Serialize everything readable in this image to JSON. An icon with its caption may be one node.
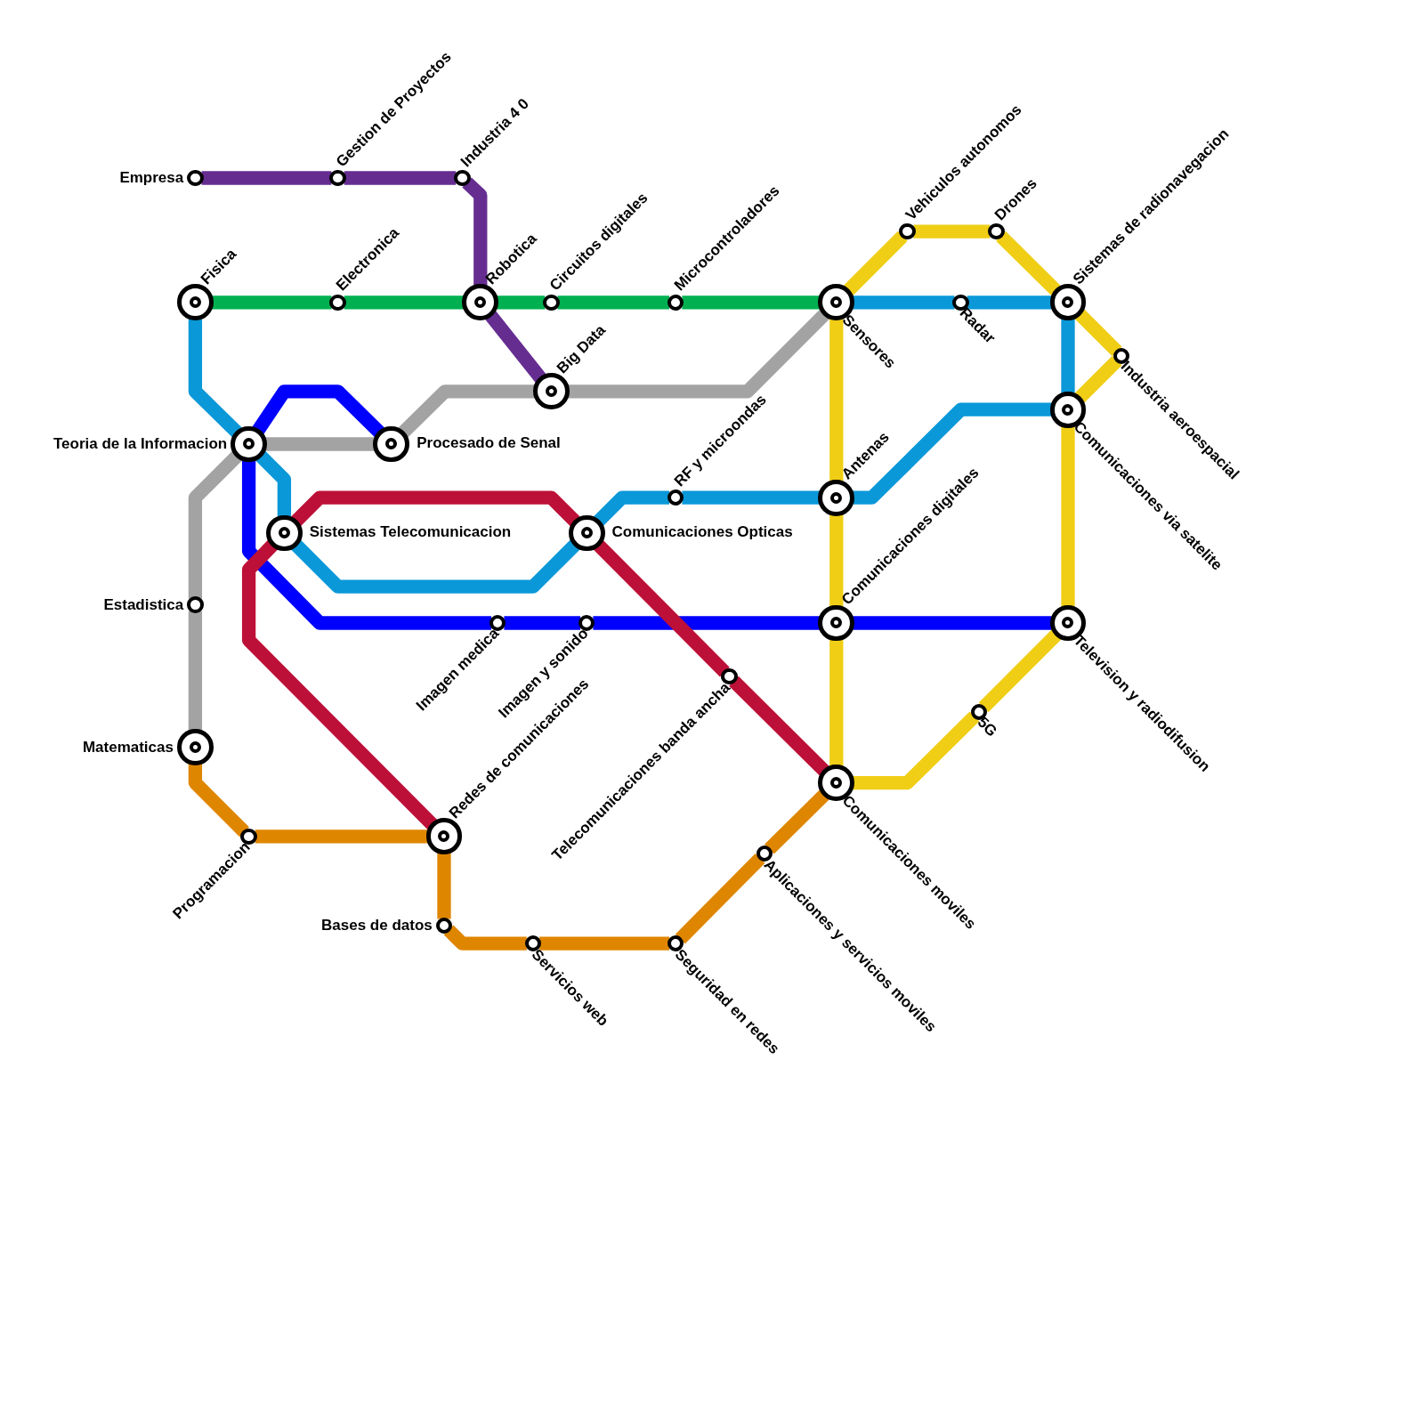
{
  "diagram": {
    "nodes": [
      {
        "text": [
          "Empresa"
        ]
      },
      {
        "text": [
          "Gestion de Proyectos"
        ]
      },
      {
        "text": [
          "Industria 4 0"
        ]
      },
      {
        "text": [
          "Fisica"
        ]
      },
      {
        "text": [
          "Electronica"
        ]
      },
      {
        "text": [
          "Robotica"
        ]
      },
      {
        "text": [
          "Circuitos digitales"
        ]
      },
      {
        "text": [
          "Microcontroladores"
        ]
      },
      {
        "text": [
          "Sensores"
        ]
      },
      {
        "text": [
          "Radar"
        ]
      },
      {
        "text": [
          "Sistemas de radionavegacion"
        ]
      },
      {
        "text": [
          "Vehiculos autonomos"
        ]
      },
      {
        "text": [
          "Drones"
        ]
      },
      {
        "text": [
          "Industria aeroespacial"
        ]
      },
      {
        "text": [
          "Big Data"
        ]
      },
      {
        "text": [
          "Teoria de la Informacion"
        ]
      },
      {
        "text": [
          "Procesado de Senal"
        ]
      },
      {
        "text": [
          "Comunicaciones via satelite"
        ]
      },
      {
        "text": [
          "RF y microondas"
        ]
      },
      {
        "text": [
          "Antenas"
        ]
      },
      {
        "text": [
          "Sistemas Telecomunicacion"
        ]
      },
      {
        "text": [
          "Comunicaciones Opticas"
        ]
      },
      {
        "text": [
          "Estadistica"
        ]
      },
      {
        "text": [
          "Imagen medica"
        ]
      },
      {
        "text": [
          "Imagen y sonido"
        ]
      },
      {
        "text": [
          "Comunicaciones digitales"
        ]
      },
      {
        "text": [
          "Television y radiodifusion"
        ]
      },
      {
        "text": [
          "Telecomunicaciones banda ancha"
        ]
      },
      {
        "text": [
          "5G"
        ]
      },
      {
        "text": [
          "Matematicas"
        ]
      },
      {
        "text": [
          "Comunicaciones moviles"
        ]
      },
      {
        "text": [
          "Programacion"
        ]
      },
      {
        "text": [
          "Redes de comunicaciones"
        ]
      },
      {
        "text": [
          "Aplicaciones y servicios moviles"
        ]
      },
      {
        "text": [
          "Bases de datos"
        ]
      },
      {
        "text": [
          "Servicios web"
        ]
      },
      {
        "text": [
          "Seguridad en redes"
        ]
      }
    ],
    "edges": [
      {
        "from": 0,
        "to": 1,
        "arrow": "none",
        "color": "#662d91"
      },
      {
        "from": 1,
        "to": 2,
        "arrow": "none",
        "color": "#662d91"
      },
      {
        "from": 2,
        "to": 5,
        "arrow": "none",
        "color": "#662d91"
      },
      {
        "from": 5,
        "to": 14,
        "arrow": "none",
        "color": "#662d91"
      },
      {
        "from": 3,
        "to": 4,
        "arrow": "none",
        "color": "#00b050"
      },
      {
        "from": 4,
        "to": 5,
        "arrow": "none",
        "color": "#00b050"
      },
      {
        "from": 5,
        "to": 6,
        "arrow": "none",
        "color": "#00b050"
      },
      {
        "from": 6,
        "to": 7,
        "arrow": "none",
        "color": "#00b050"
      },
      {
        "from": 7,
        "to": 8,
        "arrow": "none",
        "color": "#00b050"
      },
      {
        "from": 3,
        "to": 15,
        "arrow": "none",
        "color": "#0a98d8"
      },
      {
        "from": 15,
        "to": 20,
        "arrow": "none",
        "color": "#0a98d8"
      },
      {
        "from": 20,
        "to": 21,
        "arrow": "none",
        "color": "#0a98d8"
      },
      {
        "from": 21,
        "to": 18,
        "arrow": "none",
        "color": "#0a98d8"
      },
      {
        "from": 18,
        "to": 19,
        "arrow": "none",
        "color": "#0a98d8"
      },
      {
        "from": 19,
        "to": 17,
        "arrow": "none",
        "color": "#0a98d8"
      },
      {
        "from": 17,
        "to": 10,
        "arrow": "none",
        "color": "#0a98d8"
      },
      {
        "from": 10,
        "to": 9,
        "arrow": "none",
        "color": "#0a98d8"
      },
      {
        "from": 9,
        "to": 8,
        "arrow": "none",
        "color": "#0a98d8"
      },
      {
        "from": 15,
        "to": 16,
        "arrow": "none",
        "color": "#0000ff"
      },
      {
        "from": 15,
        "to": 23,
        "arrow": "none",
        "color": "#0000ff"
      },
      {
        "from": 23,
        "to": 24,
        "arrow": "none",
        "color": "#0000ff"
      },
      {
        "from": 24,
        "to": 25,
        "arrow": "none",
        "color": "#0000ff"
      },
      {
        "from": 25,
        "to": 26,
        "arrow": "none",
        "color": "#0000ff"
      },
      {
        "from": 29,
        "to": 22,
        "arrow": "none",
        "color": "#a3a3a3"
      },
      {
        "from": 22,
        "to": 15,
        "arrow": "none",
        "color": "#a3a3a3"
      },
      {
        "from": 15,
        "to": 16,
        "arrow": "none",
        "color": "#a3a3a3"
      },
      {
        "from": 16,
        "to": 14,
        "arrow": "none",
        "color": "#a3a3a3"
      },
      {
        "from": 14,
        "to": 8,
        "arrow": "none",
        "color": "#a3a3a3"
      },
      {
        "from": 32,
        "to": 20,
        "arrow": "none",
        "color": "#bd1038"
      },
      {
        "from": 20,
        "to": 21,
        "arrow": "none",
        "color": "#bd1038"
      },
      {
        "from": 21,
        "to": 27,
        "arrow": "none",
        "color": "#bd1038"
      },
      {
        "from": 27,
        "to": 30,
        "arrow": "none",
        "color": "#bd1038"
      },
      {
        "from": 29,
        "to": 31,
        "arrow": "none",
        "color": "#df8600"
      },
      {
        "from": 31,
        "to": 32,
        "arrow": "none",
        "color": "#df8600"
      },
      {
        "from": 32,
        "to": 34,
        "arrow": "none",
        "color": "#df8600"
      },
      {
        "from": 34,
        "to": 35,
        "arrow": "none",
        "color": "#df8600"
      },
      {
        "from": 35,
        "to": 36,
        "arrow": "none",
        "color": "#df8600"
      },
      {
        "from": 36,
        "to": 33,
        "arrow": "none",
        "color": "#df8600"
      },
      {
        "from": 33,
        "to": 30,
        "arrow": "none",
        "color": "#df8600"
      },
      {
        "from": 30,
        "to": 25,
        "arrow": "none",
        "color": "#f0ce15"
      },
      {
        "from": 25,
        "to": 19,
        "arrow": "none",
        "color": "#f0ce15"
      },
      {
        "from": 19,
        "to": 8,
        "arrow": "none",
        "color": "#f0ce15"
      },
      {
        "from": 8,
        "to": 11,
        "arrow": "none",
        "color": "#f0ce15"
      },
      {
        "from": 11,
        "to": 12,
        "arrow": "none",
        "color": "#f0ce15"
      },
      {
        "from": 12,
        "to": 10,
        "arrow": "none",
        "color": "#f0ce15"
      },
      {
        "from": 10,
        "to": 13,
        "arrow": "none",
        "color": "#f0ce15"
      },
      {
        "from": 13,
        "to": 17,
        "arrow": "none",
        "color": "#f0ce15"
      },
      {
        "from": 17,
        "to": 26,
        "arrow": "none",
        "color": "#f0ce15"
      },
      {
        "from": 26,
        "to": 28,
        "arrow": "none",
        "color": "#f0ce15"
      },
      {
        "from": 28,
        "to": 30,
        "arrow": "none",
        "color": "#f0ce15"
      }
    ]
  }
}
